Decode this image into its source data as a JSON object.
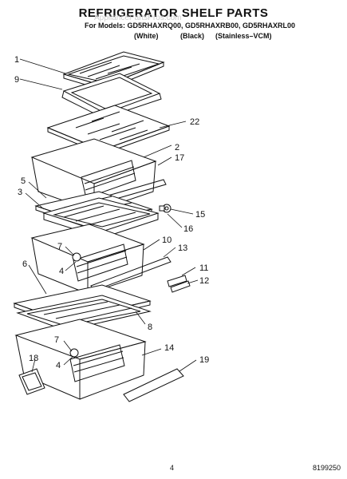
{
  "header": {
    "title": "REFRIGERATOR SHELF PARTS",
    "models": "For Models: GD5RHAXRQ00, GD5RHAXRB00, GD5RHAXRL00",
    "finishes": [
      "(White)",
      "(Black)",
      "(Stainless–VCM)"
    ],
    "watermark": "AppliancePartsPros.com"
  },
  "callouts": [
    "1",
    "9",
    "22",
    "2",
    "17",
    "5",
    "3",
    "15",
    "16",
    "7",
    "10",
    "13",
    "4",
    "6",
    "11",
    "12",
    "8",
    "7",
    "14",
    "19",
    "4",
    "18"
  ],
  "footer": {
    "page_number": "4",
    "document_number": "8199250"
  }
}
